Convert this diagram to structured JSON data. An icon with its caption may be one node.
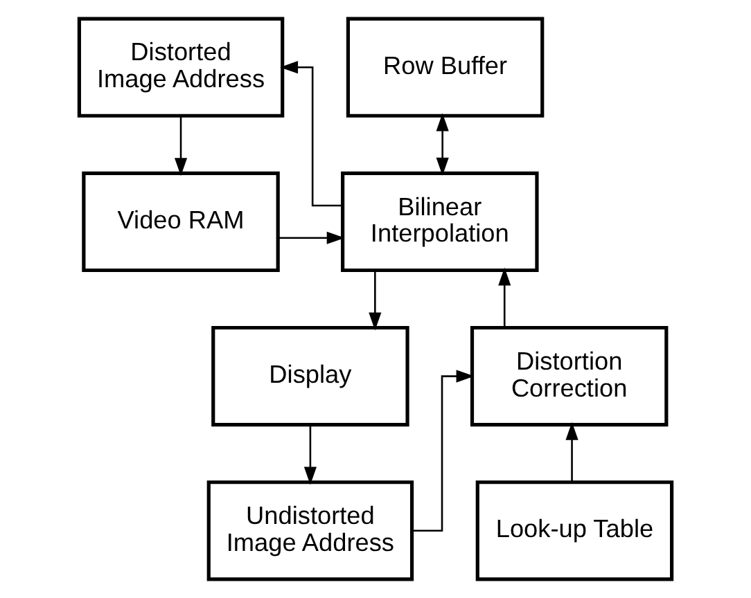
{
  "diagram": {
    "nodes": [
      {
        "text": [
          "Distorted Image Address"
        ]
      },
      {
        "text": [
          "Row Buffer"
        ]
      },
      {
        "text": [
          "Video RAM"
        ]
      },
      {
        "text": [
          "Bilinear Interpolation"
        ]
      },
      {
        "text": [
          "Distortion Correction"
        ]
      },
      {
        "text": [
          "Display"
        ]
      },
      {
        "text": [
          "Look-up Table"
        ]
      },
      {
        "text": [
          "Undistorted Image Address"
        ]
      }
    ],
    "edges": [
      {
        "from": 3,
        "to": 0,
        "arrow": "to"
      },
      {
        "from": 0,
        "to": 2,
        "arrow": "to"
      },
      {
        "from": 2,
        "to": 3,
        "arrow": "to"
      },
      {
        "from": 3,
        "to": 1,
        "arrow": "both"
      },
      {
        "from": 3,
        "to": 5,
        "arrow": "to"
      },
      {
        "from": 4,
        "to": 3,
        "arrow": "to"
      },
      {
        "from": 6,
        "to": 4,
        "arrow": "to"
      },
      {
        "from": 5,
        "to": 7,
        "arrow": "to"
      },
      {
        "from": 7,
        "to": 4,
        "arrow": "to"
      }
    ]
  }
}
